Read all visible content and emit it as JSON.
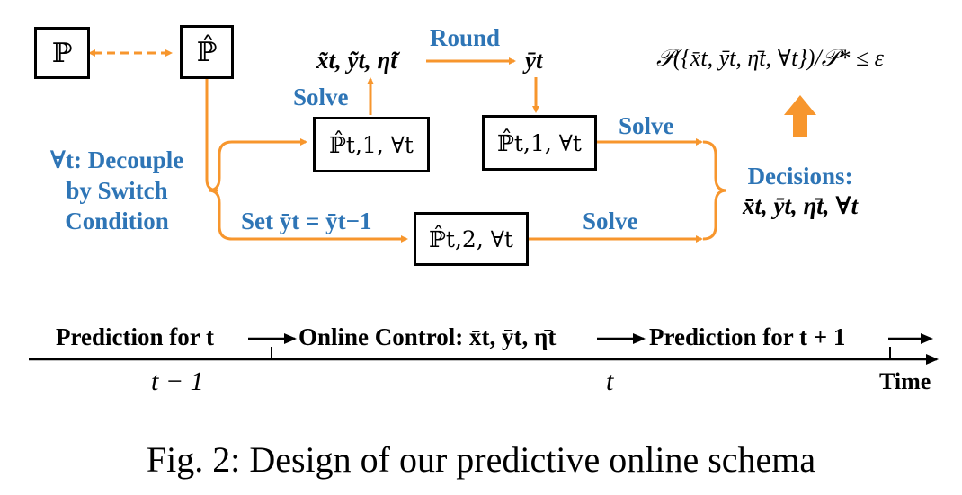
{
  "boxes": {
    "p": "ℙ",
    "p_hat": "ℙ̂",
    "p_hat_t1_top": "ℙ̂t,1, ∀t",
    "p_hat_t1_right": "ℙ̂t,1, ∀t",
    "p_hat_t2": "ℙ̂t,2, ∀t"
  },
  "labels": {
    "decouple_1": "∀t: Decouple",
    "decouple_2": "by Switch",
    "decouple_3": "Condition",
    "solve_up": "Solve",
    "tilde_vars": "x̃t, ỹt, η̃t",
    "round": "Round",
    "y_bar": "ȳt",
    "solve_top_right": "Solve",
    "set_y": "Set ȳt = ȳt−1",
    "solve_bottom": "Solve",
    "objective": "𝒫({x̄t, ȳt, η̄t, ∀t})/𝒫* ≤ ε",
    "decisions_1": "Decisions:",
    "decisions_2": "x̄t, ȳt, η̄t, ∀t"
  },
  "timeline": {
    "pred_t": "Prediction for t",
    "online_control": "Online Control: x̄t, ȳt, η̄t",
    "pred_t1": "Prediction for t + 1",
    "tick_t_minus_1": "t − 1",
    "tick_t": "t",
    "time": "Time"
  },
  "caption": "Fig. 2: Design of our predictive online schema",
  "colors": {
    "orange": "#f7962d",
    "blue": "#2e75b6",
    "black": "#000000"
  }
}
